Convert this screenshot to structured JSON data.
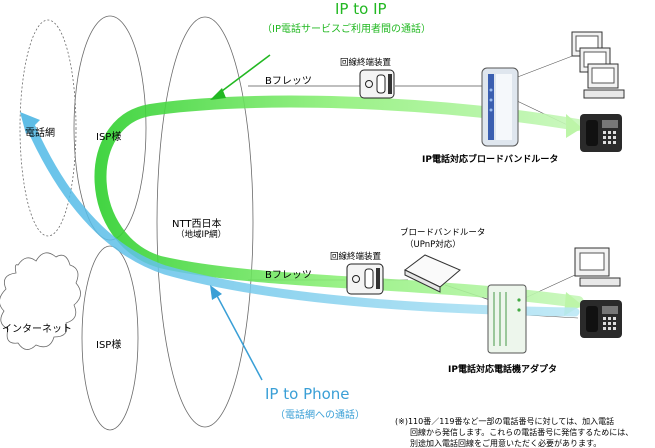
{
  "titles": {
    "ip_to_ip": "IP to IP",
    "ip_to_ip_sub": "（IP電話サービスご利用者間の通話）",
    "ip_to_phone": "IP to Phone",
    "ip_to_phone_sub": "（電話網への通話）"
  },
  "clouds": {
    "phone_net": "電話網",
    "isp_upper": "ISP様",
    "ntt": "NTT西日本",
    "ntt_sub": "（地域IP網）",
    "internet": "インターネット",
    "isp_lower": "ISP様"
  },
  "upper_line": {
    "bflets": "Bフレッツ",
    "ont": "回線終端装置",
    "router": "IP電話対応ブロードバンドルータ"
  },
  "lower_line": {
    "bflets": "Bフレッツ",
    "ont": "回線終端装置",
    "bb_router": "ブロードバンドルータ",
    "upnp": "（UPnP対応）",
    "adapter": "IP電話対応電話機アダプタ"
  },
  "note": {
    "line1": "(※)110番／119番など一部の電話番号に対しては、加入電話",
    "line2": "回線から発信します。これらの電話番号に発信するためには、",
    "line3": "別途加入電話回線をご用意いただく必要があります。"
  },
  "colors": {
    "green": "#22b822",
    "arrow_green": "#7de05a",
    "blue": "#3a9fd6",
    "arrow_blue": "#86cfe8",
    "cloud_stroke": "#6a6a6a"
  }
}
